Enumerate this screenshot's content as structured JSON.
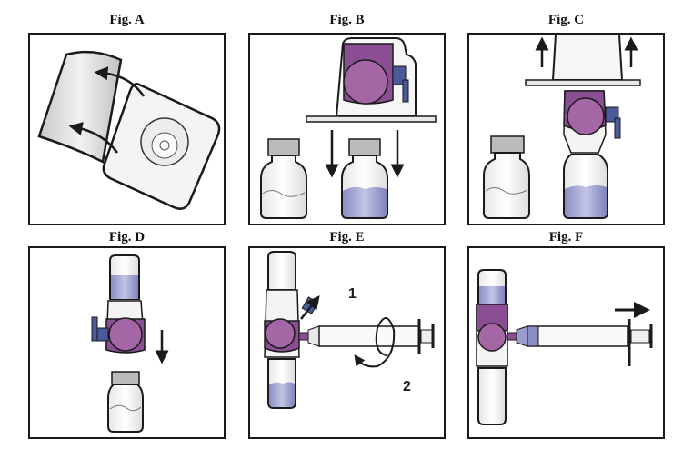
{
  "figures": [
    {
      "id": "A",
      "label": "Fig. A",
      "step": "peel-lid-from-vial-adapter-package"
    },
    {
      "id": "B",
      "label": "Fig. B",
      "step": "press-adapter-onto-diluent-vial"
    },
    {
      "id": "C",
      "label": "Fig. C",
      "step": "lift-off-package"
    },
    {
      "id": "D",
      "label": "Fig. D",
      "step": "invert-and-attach-to-product-vial"
    },
    {
      "id": "E",
      "label": "Fig. E",
      "step": "remove-cap-and-attach-syringe",
      "annotations": [
        "1",
        "2"
      ]
    },
    {
      "id": "F",
      "label": "Fig. F",
      "step": "withdraw-solution-into-syringe"
    }
  ],
  "colors": {
    "outline": "#1a1a1a",
    "device_purple": "#8a4f93",
    "device_purple_light": "#a566a6",
    "cap_blue": "#4a5a9a",
    "liquid": "#9a9ccd",
    "glass": "#f2f2f2",
    "foil": "#d0d0d0"
  }
}
